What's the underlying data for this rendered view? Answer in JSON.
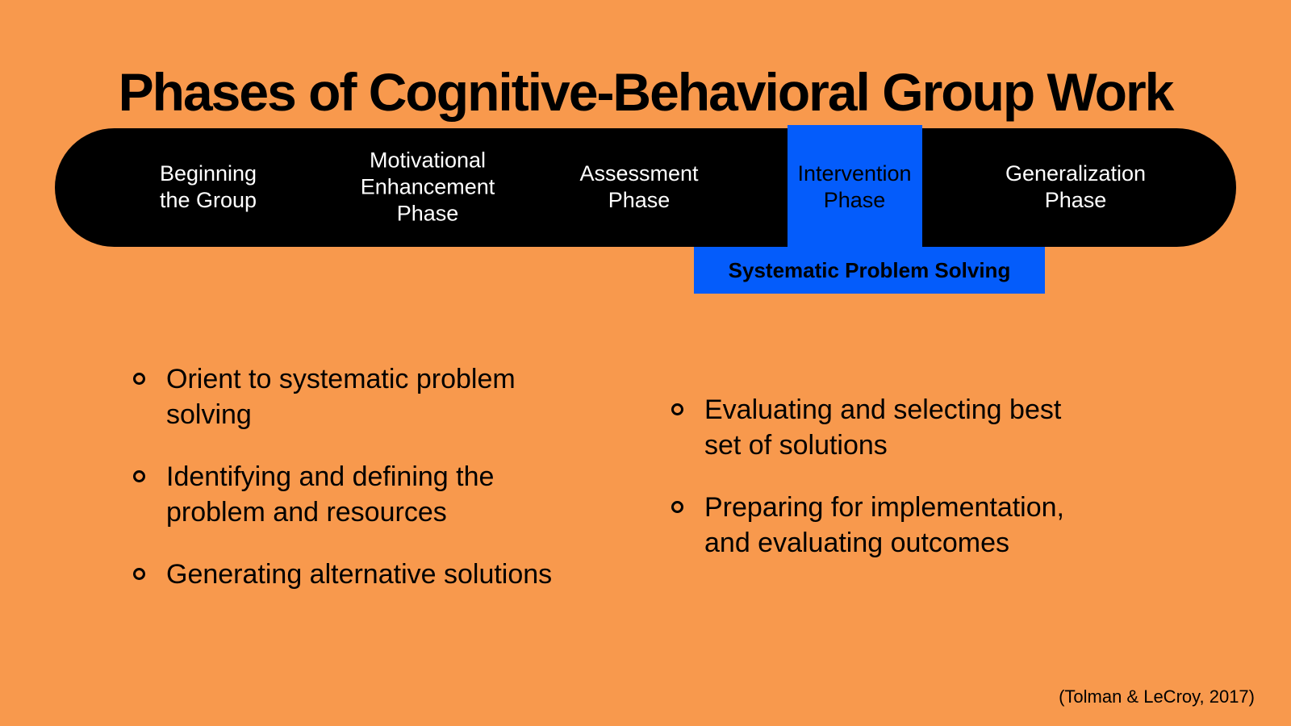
{
  "slide": {
    "title": "Phases of Cognitive-Behavioral Group Work",
    "phases": {
      "beginning": "Beginning\nthe Group",
      "motivational": "Motivational\nEnhancement\nPhase",
      "assessment": "Assessment\nPhase",
      "intervention": "Intervention\nPhase",
      "generalization": "Generalization\nPhase"
    },
    "callout": "Systematic Problem Solving",
    "bullets": {
      "left": [
        "Orient to systematic problem\nsolving",
        "Identifying and defining the\nproblem and resources",
        "Generating alternative solutions"
      ],
      "right": [
        "Evaluating and selecting best\nset of solutions",
        "Preparing for implementation,\nand evaluating outcomes"
      ]
    },
    "citation": "(Tolman & LeCroy, 2017)",
    "colors": {
      "background": "#F8994D",
      "bar": "#000000",
      "bar_text": "#FFFFFF",
      "highlight": "#045CFB",
      "body_text": "#000000"
    }
  }
}
